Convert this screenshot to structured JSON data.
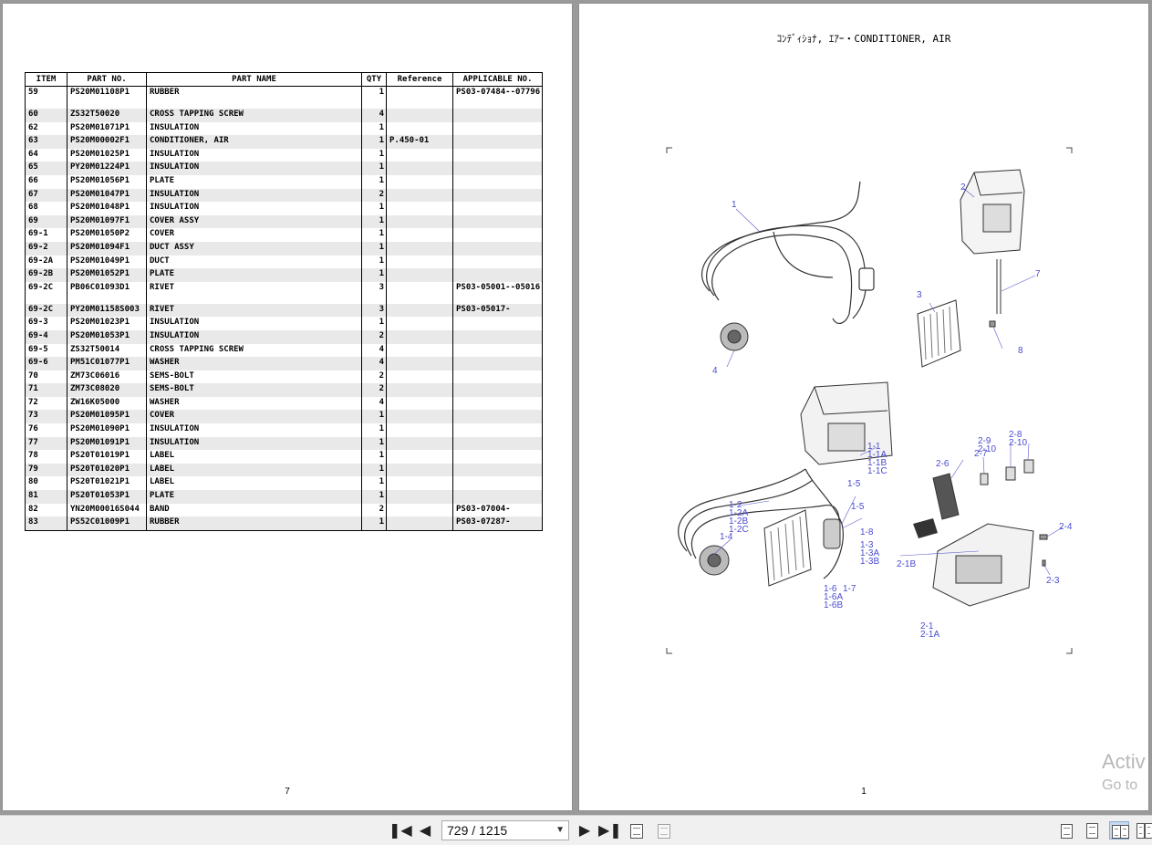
{
  "left_page": {
    "columns": [
      "ITEM",
      "PART NO.",
      "PART NAME",
      "QTY",
      "Reference",
      "APPLICABLE NO."
    ],
    "rows": [
      {
        "item": "59",
        "part_no": "PS20M01108P1",
        "name": "RUBBER",
        "qty": "1",
        "ref": "",
        "app": "PS03-07484--07796"
      },
      {
        "item": "60",
        "part_no": "ZS32T50020",
        "name": "CROSS TAPPING SCREW",
        "qty": "4",
        "ref": "",
        "app": ""
      },
      {
        "item": "62",
        "part_no": "PS20M01071P1",
        "name": "INSULATION",
        "qty": "1",
        "ref": "",
        "app": ""
      },
      {
        "item": "63",
        "part_no": "PS20M00002F1",
        "name": "CONDITIONER, AIR",
        "qty": "1",
        "ref": "P.450-01",
        "app": ""
      },
      {
        "item": "64",
        "part_no": "PS20M01025P1",
        "name": "INSULATION",
        "qty": "1",
        "ref": "",
        "app": ""
      },
      {
        "item": "65",
        "part_no": "PY20M01224P1",
        "name": "INSULATION",
        "qty": "1",
        "ref": "",
        "app": ""
      },
      {
        "item": "66",
        "part_no": "PS20M01056P1",
        "name": "PLATE",
        "qty": "1",
        "ref": "",
        "app": ""
      },
      {
        "item": "67",
        "part_no": "PS20M01047P1",
        "name": "INSULATION",
        "qty": "2",
        "ref": "",
        "app": ""
      },
      {
        "item": "68",
        "part_no": "PS20M01048P1",
        "name": "INSULATION",
        "qty": "1",
        "ref": "",
        "app": ""
      },
      {
        "item": "69",
        "part_no": "PS20M01097F1",
        "name": "COVER ASSY",
        "qty": "1",
        "ref": "",
        "app": ""
      },
      {
        "item": "69-1",
        "part_no": "PS20M01050P2",
        "name": "COVER",
        "qty": "1",
        "ref": "",
        "app": ""
      },
      {
        "item": "69-2",
        "part_no": "PS20M01094F1",
        "name": "DUCT ASSY",
        "qty": "1",
        "ref": "",
        "app": ""
      },
      {
        "item": "69-2A",
        "part_no": "PS20M01049P1",
        "name": "DUCT",
        "qty": "1",
        "ref": "",
        "app": ""
      },
      {
        "item": "69-2B",
        "part_no": "PS20M01052P1",
        "name": "PLATE",
        "qty": "1",
        "ref": "",
        "app": ""
      },
      {
        "item": "69-2C",
        "part_no": "PB06C01093D1",
        "name": "RIVET",
        "qty": "3",
        "ref": "",
        "app": "PS03-05001--05016"
      },
      {
        "item": "69-2C",
        "part_no": "PY20M01158S003",
        "name": "RIVET",
        "qty": "3",
        "ref": "",
        "app": "PS03-05017-"
      },
      {
        "item": "69-3",
        "part_no": "PS20M01023P1",
        "name": "INSULATION",
        "qty": "1",
        "ref": "",
        "app": ""
      },
      {
        "item": "69-4",
        "part_no": "PS20M01053P1",
        "name": "INSULATION",
        "qty": "2",
        "ref": "",
        "app": ""
      },
      {
        "item": "69-5",
        "part_no": "ZS32T50014",
        "name": "CROSS TAPPING SCREW",
        "qty": "4",
        "ref": "",
        "app": ""
      },
      {
        "item": "69-6",
        "part_no": "PM51C01077P1",
        "name": "WASHER",
        "qty": "4",
        "ref": "",
        "app": ""
      },
      {
        "item": "70",
        "part_no": "ZM73C06016",
        "name": "SEMS-BOLT",
        "qty": "2",
        "ref": "",
        "app": ""
      },
      {
        "item": "71",
        "part_no": "ZM73C08020",
        "name": "SEMS-BOLT",
        "qty": "2",
        "ref": "",
        "app": ""
      },
      {
        "item": "72",
        "part_no": "ZW16K05000",
        "name": "WASHER",
        "qty": "4",
        "ref": "",
        "app": ""
      },
      {
        "item": "73",
        "part_no": "PS20M01095P1",
        "name": "COVER",
        "qty": "1",
        "ref": "",
        "app": ""
      },
      {
        "item": "76",
        "part_no": "PS20M01090P1",
        "name": "INSULATION",
        "qty": "1",
        "ref": "",
        "app": ""
      },
      {
        "item": "77",
        "part_no": "PS20M01091P1",
        "name": "INSULATION",
        "qty": "1",
        "ref": "",
        "app": ""
      },
      {
        "item": "78",
        "part_no": "PS20T01019P1",
        "name": "LABEL",
        "qty": "1",
        "ref": "",
        "app": ""
      },
      {
        "item": "79",
        "part_no": "PS20T01020P1",
        "name": "LABEL",
        "qty": "1",
        "ref": "",
        "app": ""
      },
      {
        "item": "80",
        "part_no": "PS20T01021P1",
        "name": "LABEL",
        "qty": "1",
        "ref": "",
        "app": ""
      },
      {
        "item": "81",
        "part_no": "PS20T01053P1",
        "name": "PLATE",
        "qty": "1",
        "ref": "",
        "app": ""
      },
      {
        "item": "82",
        "part_no": "YN20M00016S044",
        "name": "BAND",
        "qty": "2",
        "ref": "",
        "app": "PS03-07004-"
      },
      {
        "item": "83",
        "part_no": "PS52C01009P1",
        "name": "RUBBER",
        "qty": "1",
        "ref": "",
        "app": "PS03-07287-"
      }
    ],
    "page_number": "7"
  },
  "right_page": {
    "title": "ｺﾝﾃﾞｨｼｮﾅ, ｴｱｰ・CONDITIONER, AIR",
    "labels": {
      "l1": "1",
      "l2": "2",
      "l3": "3",
      "l4": "4",
      "l7": "7",
      "l8": "8",
      "l1_1": "1-1",
      "l1_1A": "1-1A",
      "l1_1B": "1-1B",
      "l1_1C": "1-1C",
      "l1_2": "1-2",
      "l1_2A": "1-2A",
      "l1_2B": "1-2B",
      "l1_2C": "1-2C",
      "l1_3": "1-3",
      "l1_3A": "1-3A",
      "l1_3B": "1-3B",
      "l1_4": "1-4",
      "l1_5a": "1-5",
      "l1_5b": "1-5",
      "l1_6": "1-6",
      "l1_6A": "1-6A",
      "l1_6B": "1-6B",
      "l1_7": "1-7",
      "l1_8": "1-8",
      "l2_1": "2-1",
      "l2_1A": "2-1A",
      "l2_1B": "2-1B",
      "l2_3": "2-3",
      "l2_4": "2-4",
      "l2_6": "2-6",
      "l2_7": "2-7",
      "l2_8": "2-8",
      "l2_9": "2-9",
      "l2_10a": "2-10",
      "l2_10b": "2-10"
    },
    "page_number": "1"
  },
  "watermark": {
    "line1": "Activ",
    "line2": "Go to"
  },
  "toolbar": {
    "first_icon": "first-page-icon",
    "prev_icon": "previous-page-icon",
    "page_display": "729 / 1215",
    "next_icon": "next-page-icon",
    "last_icon": "last-page-icon",
    "accent": "#c9d9ee"
  }
}
